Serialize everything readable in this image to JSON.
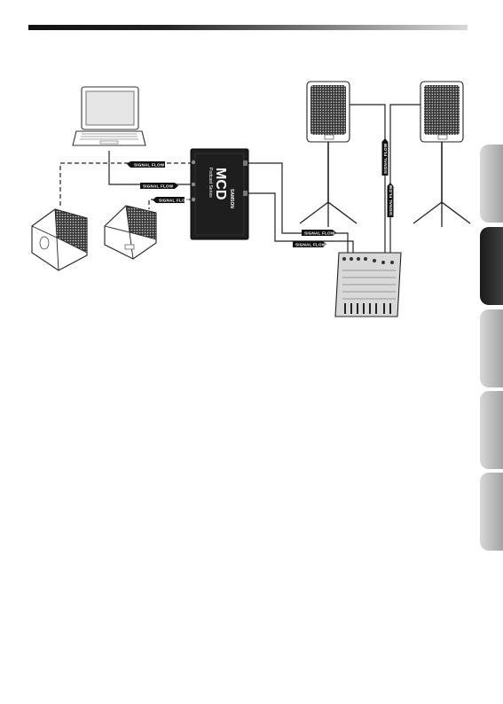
{
  "diagram": {
    "device": {
      "logo": "MCD",
      "model": "MCD",
      "brand": "SAMSON",
      "series": "Podcast Series"
    },
    "flow_label": "SIGNAL FLOW",
    "arrows": [
      {
        "id": "laptop-to-device",
        "label": "SIGNAL FLOW"
      },
      {
        "id": "to-monitor-1",
        "label": "SIGNAL FLOW"
      },
      {
        "id": "to-monitor-2",
        "label": "SIGNAL FLOW"
      },
      {
        "id": "device-to-mixer-1",
        "label": "SIGNAL FLOW"
      },
      {
        "id": "device-to-mixer-2",
        "label": "SIGNAL FLOW"
      },
      {
        "id": "mixer-to-speaker-1",
        "label": "SIGNAL FLOW"
      },
      {
        "id": "mixer-to-speaker-2",
        "label": "SIGNAL FLOW"
      }
    ]
  },
  "side_tabs": [
    {
      "active": false
    },
    {
      "active": true
    },
    {
      "active": false
    },
    {
      "active": false
    },
    {
      "active": false
    }
  ],
  "colors": {
    "device_body": "#1e1e1e",
    "cable": "#222222",
    "grille": "#2a2a2a",
    "tab_active": "#1a1a1a",
    "tab_inactive": "#a8a8a8"
  }
}
